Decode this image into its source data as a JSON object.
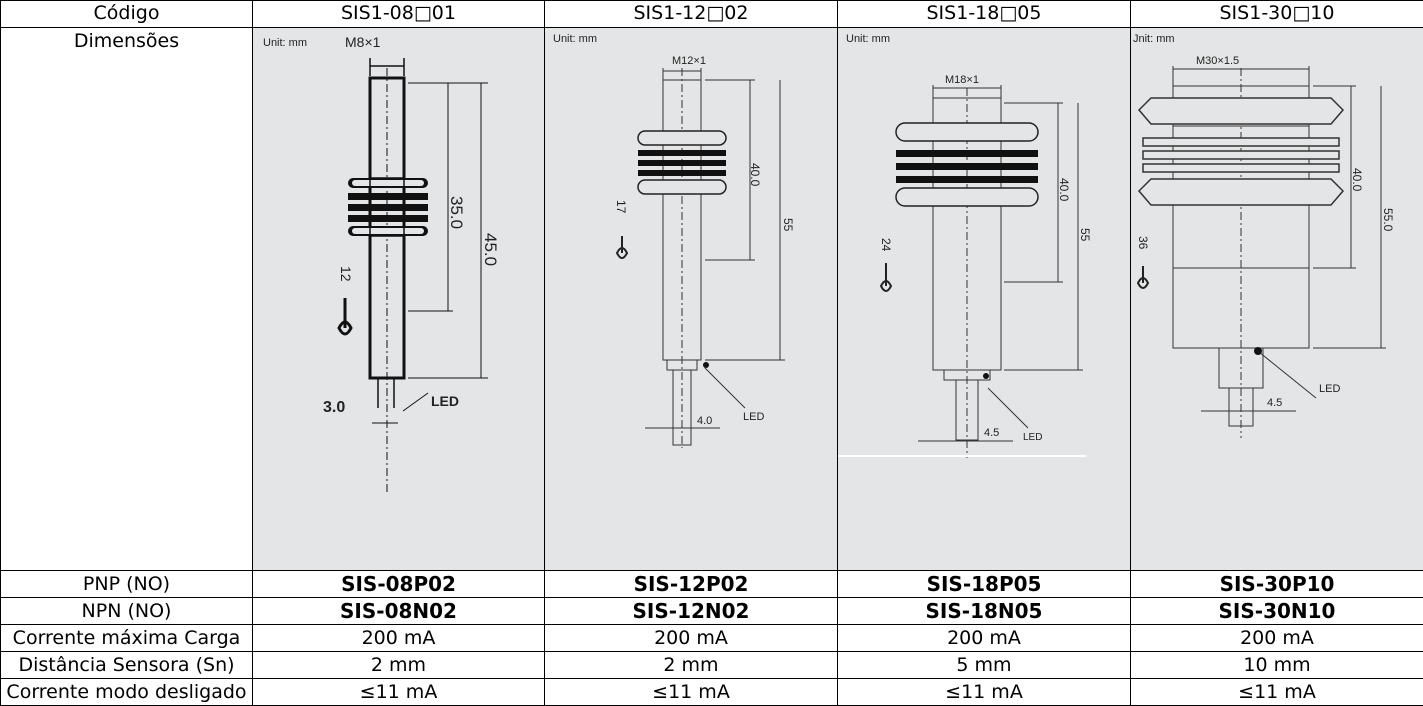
{
  "table": {
    "header": {
      "label": "Código",
      "models": [
        "SIS1-08□01",
        "SIS1-12□02",
        "SIS1-18□05",
        "SIS1-30□10"
      ]
    },
    "dimensions": {
      "label": "Dimensões",
      "drawings": [
        {
          "unit": "Unit: mm",
          "thread": "M8×1",
          "dim_a": "35.0",
          "dim_b": "45.0",
          "wrench": "12",
          "cable": "3.0",
          "led": "LED"
        },
        {
          "unit": "Unit: mm",
          "thread": "M12×1",
          "dim_a": "40.0",
          "dim_b": "55",
          "wrench": "17",
          "cable": "4.0",
          "led": "LED"
        },
        {
          "unit": "Unit: mm",
          "thread": "M18×1",
          "dim_a": "40.0",
          "dim_b": "55",
          "wrench": "24",
          "cable": "4.5",
          "led": "LED"
        },
        {
          "unit": "Jnit: mm",
          "thread": "M30×1.5",
          "dim_a": "40.0",
          "dim_b": "55.0",
          "wrench": "36",
          "cable": "4.5",
          "led": "LED"
        }
      ]
    },
    "pnp": {
      "label": "PNP (NO)",
      "values": [
        "SIS-08P02",
        "SIS-12P02",
        "SIS-18P05",
        "SIS-30P10"
      ]
    },
    "npn": {
      "label": "NPN (NO)",
      "values": [
        "SIS-08N02",
        "SIS-12N02",
        "SIS-18N05",
        "SIS-30N10"
      ]
    },
    "max_current": {
      "label": "Corrente máxima Carga",
      "values": [
        "200 mA",
        "200 mA",
        "200 mA",
        "200 mA"
      ]
    },
    "sensing_distance": {
      "label": "Distância Sensora (Sn)",
      "values": [
        "2 mm",
        "2 mm",
        "5 mm",
        "10 mm"
      ]
    },
    "off_current": {
      "label": "Corrente modo desligado",
      "values": [
        "≤11 mA",
        "≤11 mA",
        "≤11 mA",
        "≤11 mA"
      ]
    }
  }
}
